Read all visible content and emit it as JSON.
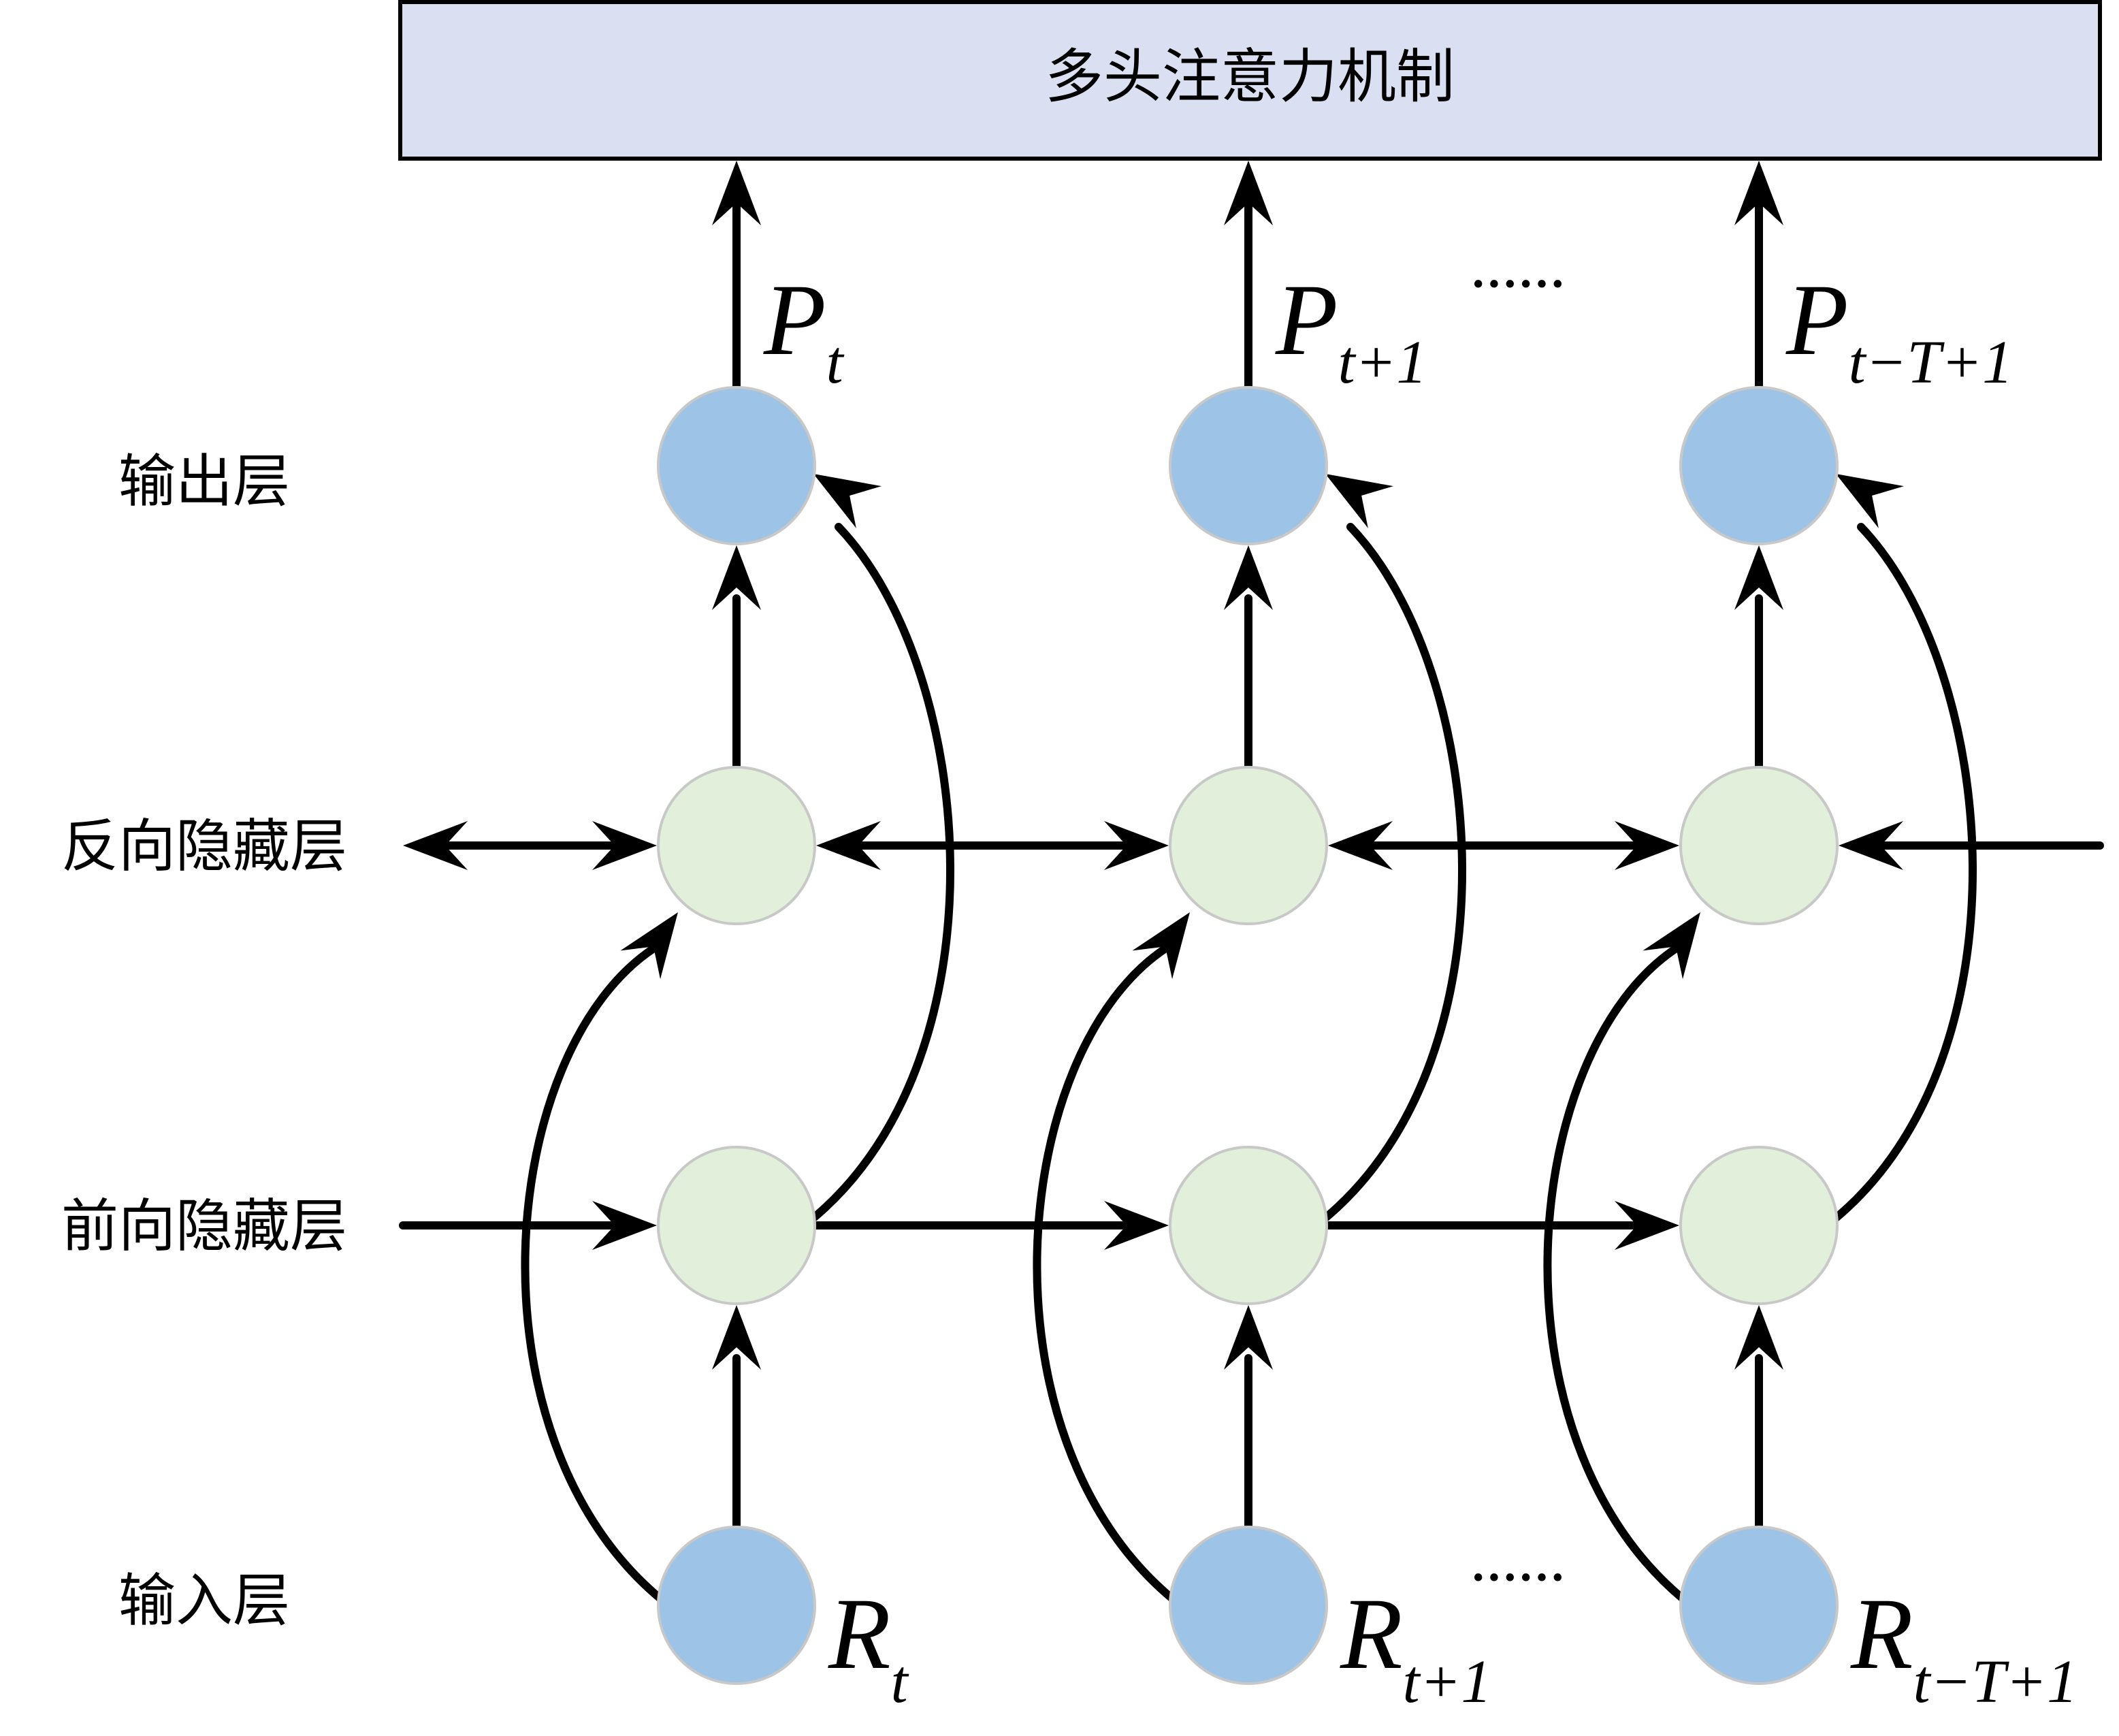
{
  "attention_box": {
    "label": "多头注意力机制",
    "fill": "#dae0f2"
  },
  "row_labels": {
    "output": "输出层",
    "backward": "反向隐藏层",
    "forward": "前向隐藏层",
    "input": "输入层"
  },
  "colors": {
    "io_node": "#9dc3e6",
    "hidden_node": "#e2efda",
    "node_stroke": "#c8c8c8",
    "edge": "#000000"
  },
  "columns": [
    {
      "output_label": {
        "main": "P",
        "sub": "t"
      },
      "input_label": {
        "main": "R",
        "sub": "t"
      }
    },
    {
      "output_label": {
        "main": "P",
        "sub": "t+1"
      },
      "input_label": {
        "main": "R",
        "sub": "t+1"
      }
    },
    {
      "output_label": {
        "main": "P",
        "sub": "t−T+1"
      },
      "input_label": {
        "main": "R",
        "sub": "t−T+1"
      }
    }
  ],
  "ellipsis": "······"
}
